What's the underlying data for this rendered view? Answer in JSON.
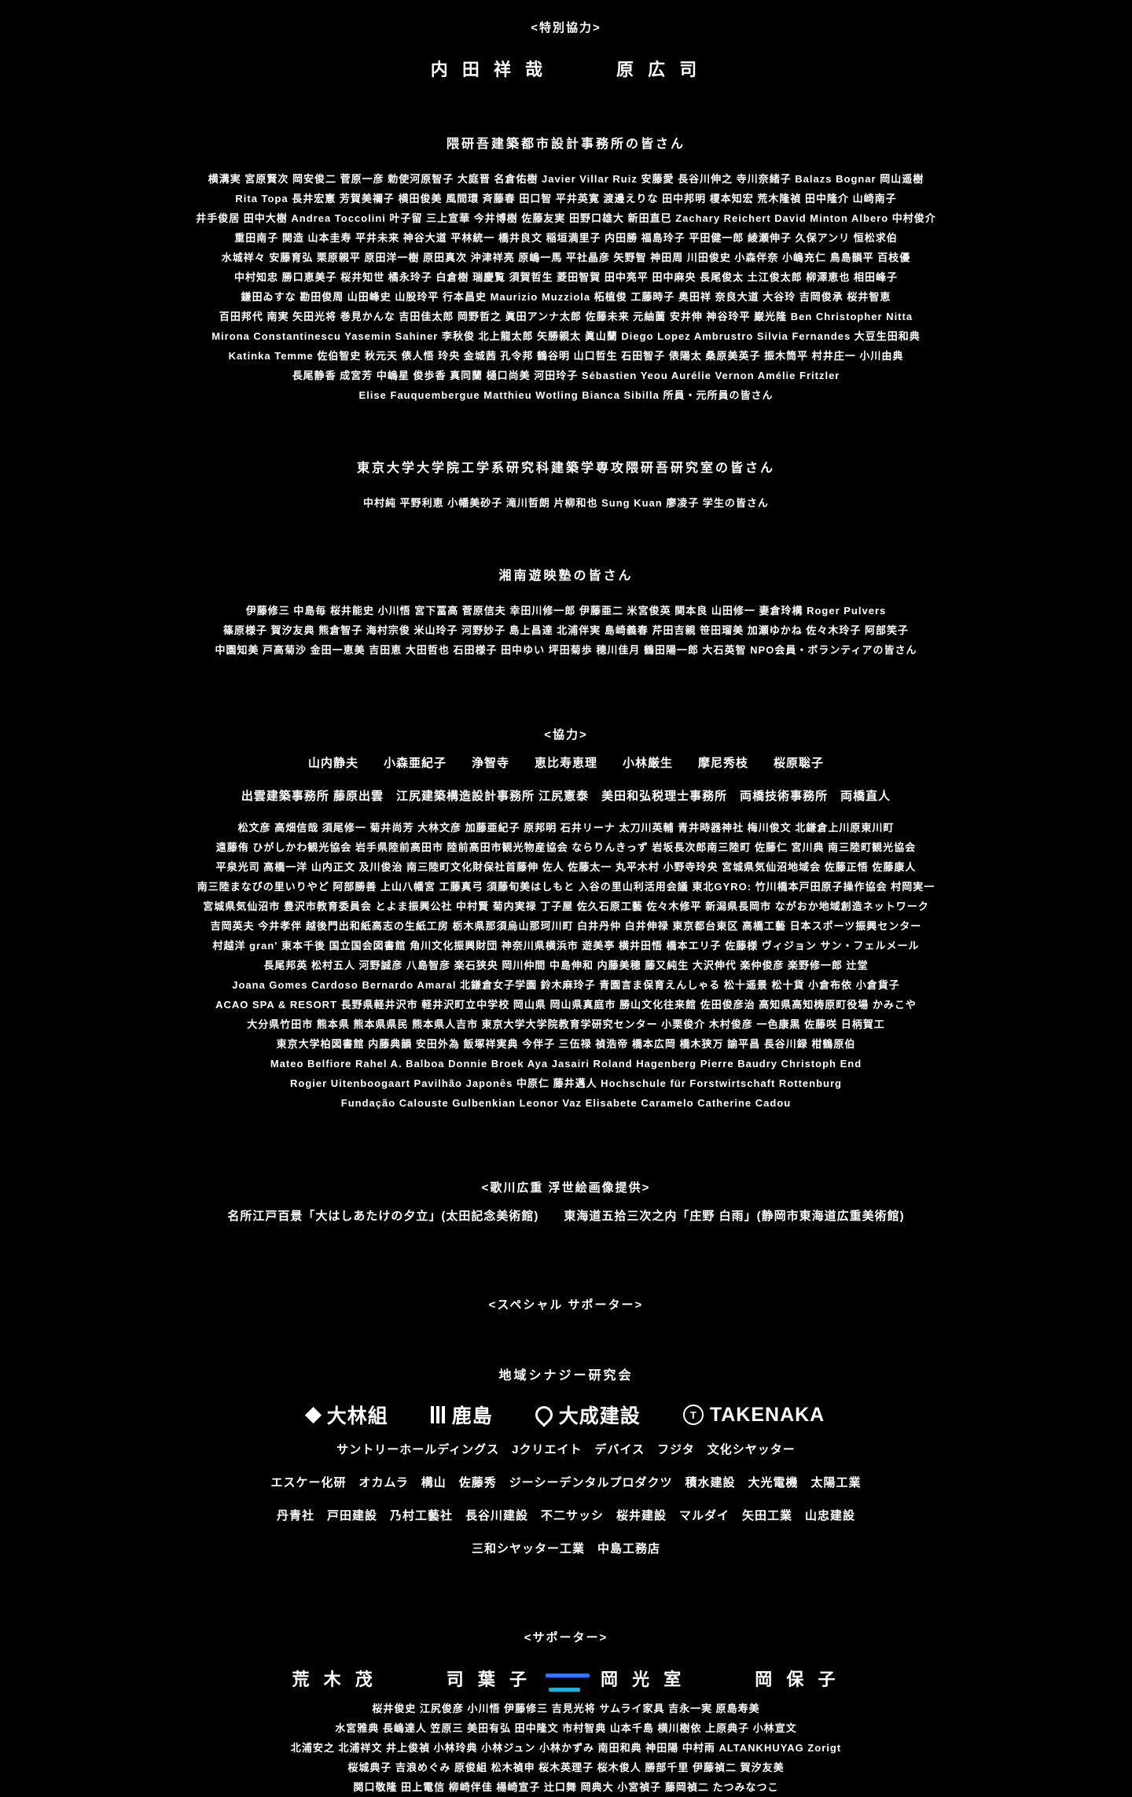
{
  "page": {
    "background": "#000000",
    "text_color": "#ffffff",
    "accent_blue": "#2e78ff",
    "accent_teal": "#19b2d4"
  },
  "credits": {
    "sections": [
      {
        "kind": "header",
        "text": "<特別協力>"
      },
      {
        "kind": "bignames",
        "names": [
          "内 田 祥 哉",
          "原 広 司"
        ]
      },
      {
        "kind": "title",
        "text": "隈研吾建築都市設計事務所の皆さん"
      },
      {
        "kind": "rows",
        "rows": [
          "横溝実 宮原賢次 岡安俊二 菅原一彦 勅使河原智子 大庭晋 名倉佑樹 Javier Villar Ruiz 安藤愛 長谷川伸之 寺川奈緒子 Balazs Bognar 岡山遥樹",
          "Rita Topa 長井宏憲 芳賀美禰子 横田俊美 風間環 斉藤春 田口智 平井英寛 渡邊えりな 田中邦明 榎本知宏 荒木隆禎 田中隆介 山崎南子",
          "井手俊居 田中大樹 Andrea Toccolini 叶子留 三上宣華 今井博樹 佐藤友実 田野口雄大 新田直巳 Zachary Reichert David Minton Albero 中村俊介",
          "重田南子 関造 山本圭寿 平井未来 神谷大道 平林統一 橋井良文 稲垣満里子 内田勝 福島玲子 平田健一郎 綾瀬伸子 久保アンリ 恒松求伯",
          "水城祥々 安藤育弘 栗原親平 原田洋一樹 原田真次 沖津祥亮 原嶋一馬 平社晶彦 矢野智 神田周 川田俊史 小森伴奈 小嶋充仁 鳥島韻平 百枝優",
          "中村知忠 勝口恵美子 桜井知世 橘永玲子 白倉樹 瑞慶覧 須賀哲生 菱田智賀 田中亮平 田中麻央 長尾俊太 土江俊太郎 柳澤恵也 相田峰子",
          "鎌田ゐすな 勘田俊周 山田峰史 山股玲平 行本昌史 Maurizio Muzziola 柘植俊 工藤時子 奥田祥 奈良大道 大谷玲 吉岡俊承 桜井智恵",
          "百田邦代 南実 矢田光将 巻見かんな 吉田佳太郎 岡野哲之 眞田アンナ太郎 佐藤未来 元紬薗 安井伸 神谷玲平 巌光隆 Ben Christopher Nitta",
          "Mirona Constantinescu Yasemin Sahiner 李秋俊 北上龍太郎 矢勝親太 眞山蘭 Diego Lopez Ambrustro Silvia Fernandes 大豆生田和典",
          "Katinka Temme 佐伯智史 秋元天 俵人悟 玲央 金城茜 孔令邦 鶴谷明 山口哲生 石田智子 俵陽太 桑原美英子 振木筒平 村井庄一 小川由典",
          "長尾静香 成宮芳 中嶋星 俊歩香 真同蘭 樋口尚美 河田玲子 Sébastien Yeou Aurélie Vernon Amélie Fritzler",
          "Elise Fauquembergue Matthieu Wotling Bianca Sibilla 所員・元所員の皆さん"
        ]
      },
      {
        "kind": "title",
        "text": "東京大学大学院工学系研究科建築学専攻隈研吾研究室の皆さん"
      },
      {
        "kind": "rows",
        "rows": [
          "中村純 平野利恵 小幡美砂子 滝川哲朗 片柳和也 Sung Kuan 廖凌子 学生の皆さん"
        ]
      },
      {
        "kind": "title",
        "text": "湘南遊映塾の皆さん"
      },
      {
        "kind": "rows",
        "rows": [
          "伊藤修三 中島毎 桜井能史 小川悟 宮下冨高 菅原信夫 幸田川修一郎 伊藤亜二 米宮俊英 関本良 山田修一 妻倉玲構 Roger Pulvers",
          "篠原様子 賀汐友典 熊倉智子 海村宗俊 米山玲子 河野妙子 島上昌達 北浦伴実 島崎義春 芹田吉親 笹田瑠美 加瀬ゆかね 佐々木玲子 阿部笑子",
          "中園知美 戸高菊沙 金田一恵美 吉田恵 大田哲也 石田様子 田中ゆい 坪田菊歩 穂川佳月 鶴田陽一郎 大石英智 NPO会員・ボランティアの皆さん"
        ]
      },
      {
        "kind": "header",
        "text": "<協力>"
      },
      {
        "kind": "midrows",
        "rows": [
          "山内静夫　　小森亜紀子　　浄智寺　　恵比寿恵理　　小林厳生　　摩尼秀枝　　桜原聡子",
          "出雲建築事務所 藤原出雲　江尻建築構造設計事務所 江尻憲泰　美田和弘税理士事務所　両橋技術事務所　両橋直人"
        ]
      },
      {
        "kind": "rows",
        "rows": [
          "松文彦 高畑信哉 須尾修一 菊井尚芳 大林文彦 加藤亜紀子 原邦明 石井リーナ 太刀川英輔 青井時器神社 梅川俊文 北鎌倉上川原東川町",
          "遠藤侑 ひがしかわ観光協会 岩手県陸前高田市 陸前高田市観光物産協会 ならりんきっず 岩坂長次郎南三陸町 佐藤仁 宮川典 南三陸町観光協会",
          "平泉光司 高橋一洋 山内正文 及川俊治 南三陸町文化財保社首藤伸 佐人 佐藤太一 丸平木村 小野寺玲央 宮城県気仙沼地域会 佐藤正悟 佐藤康人",
          "南三陸まなびの里いりやど 阿部勝善 上山八幡宮 工藤真弓 須藤旬美はしもと 入谷の里山利活用会議 東北GYRO: 竹川橋本戸田原子操作協会 村岡実一",
          "宮城県気仙沼市 豊沢市教育委員会 とよま振興公社 中村賢 菊内実禄 丁子屋 佐久石原工藝 佐々木修平 新潟県長岡市 ながおか地域創造ネットワーク",
          "吉岡英夫 今井孝伴 越後門出和紙高志の生紙工房 栃木県那須烏山那珂川町 白井丹仲 白井伸禄 東京都台東区 高橋工藝 日本スポーツ振興センター",
          "村越洋 gran' 東本千後 国立国会図書館 角川文化振興財団 神奈川県横浜市 遊美亭 横井田悟 橋本エリ子 佐藤様 ヴィジョン サン・フェルメール",
          "長尾邦英 松村五人 河野誠彦 八島智彦 楽石狭央 岡川仲間 中島伸和 内藤美穂 藤又純生 大沢伸代 楽仲俊彦 楽野修一郎 辻堂",
          "Joana Gomes Cardoso Bernardo Amaral 北鎌倉女子学園 鈴木麻玲子 青園言ま保育えんしゃる 松十遥景 松十貨 小倉布依 小倉貨子",
          "ACAO SPA & RESORT 長野県軽井沢市 軽井沢町立中学校 岡山県 岡山県真庭市 勝山文化往来館 佐田俊彦治 高知県高知梼原町役場 かみこや",
          "大分県竹田市 熊本県 熊本県県民 熊本県人吉市 東京大学大学院教育学研究センター 小栗俊介 木村俊彦 一色康黒 佐藤咲 日柄賀工",
          "東京大学柏図書館 内藤典韻 安田外為 飯塚祥実典 今伴子 三伍禄 禎浩帝 橋本広岡 橋木狭万 諭平昌 長谷川録 柑鶴原伯",
          "Mateo Belfiore Rahel A. Balboa Donnie Broek Aya Jasairi Roland Hagenberg Pierre Baudry Christoph End",
          "Rogier Uitenboogaart Pavilhão Japonês 中原仁 藤井邁人 Hochschule für Forstwirtschaft Rottenburg",
          "Fundação Calouste Gulbenkian Leonor Vaz Elisabete Caramelo Catherine Cadou"
        ]
      },
      {
        "kind": "header",
        "text": "<歌川広重 浮世絵画像提供>"
      },
      {
        "kind": "midrows",
        "rows": [
          "名所江戸百景「大はしあたけの夕立」(太田記念美術館)　　東海道五拾三次之内「庄野 白雨」(静岡市東海道広重美術館)"
        ]
      },
      {
        "kind": "header",
        "text": "<スペシャル サポーター>"
      },
      {
        "kind": "title",
        "text": "地域シナジー研究会"
      },
      {
        "kind": "logos",
        "items": [
          {
            "icon": "obayashi-diamond-icon",
            "label": "大林組"
          },
          {
            "icon": "kajima-mark-icon",
            "label": "鹿島"
          },
          {
            "icon": "taisei-mark-icon",
            "label": "大成建設"
          },
          {
            "icon": "takenaka-circle-icon",
            "label": "TAKENAKA"
          }
        ]
      },
      {
        "kind": "midrows",
        "rows": [
          "サントリーホールディングス　Jクリエイト　デバイス　フジタ　文化シヤッター",
          "エスケー化研　オカムラ　構山　佐藤秀　ジーシーデンタルプロダクツ　積水建設　大光電機　太陽工業",
          "丹青社　戸田建設　乃村工藝社　長谷川建設　不二サッシ　桜井建設　マルダイ　矢田工業　山忠建設",
          "三和シヤッター工業　中島工務店"
        ]
      },
      {
        "kind": "header",
        "text": "<サポーター>"
      },
      {
        "kind": "bignames",
        "names": [
          "荒 木 茂",
          "司 葉 子",
          "岡 光 室",
          "岡 保 子"
        ]
      },
      {
        "kind": "rows",
        "rows": [
          "桜井俊史 江尻俊彦 小川悟 伊藤修三 吉見光将 サムライ家具 吉永一実 原島寿美",
          "水宮雅典 長嶋達人 笠原三 美田有弘 田中隆文 市村智典 山本千島 横川樹依 上原典子 小林宣文",
          "北浦安之 北浦祥文 井上俊禎 小林玲典 小林ジュン 小林かずみ 南田和典 神田陽 中村雨 ALTANKHUYAG Zorigt",
          "桜城典子 吉浪めぐみ 原俊組 松木禎申 桜木英理子 桜木俊人 勝部千里 伊藤禎二 賀汐友美",
          "関口敬隆 田上電信 柳崎伴佳 楊崎宣子 辻口舞 岡典大 小宮禎子 藤岡禎二 たつみなつこ"
        ]
      }
    ]
  }
}
